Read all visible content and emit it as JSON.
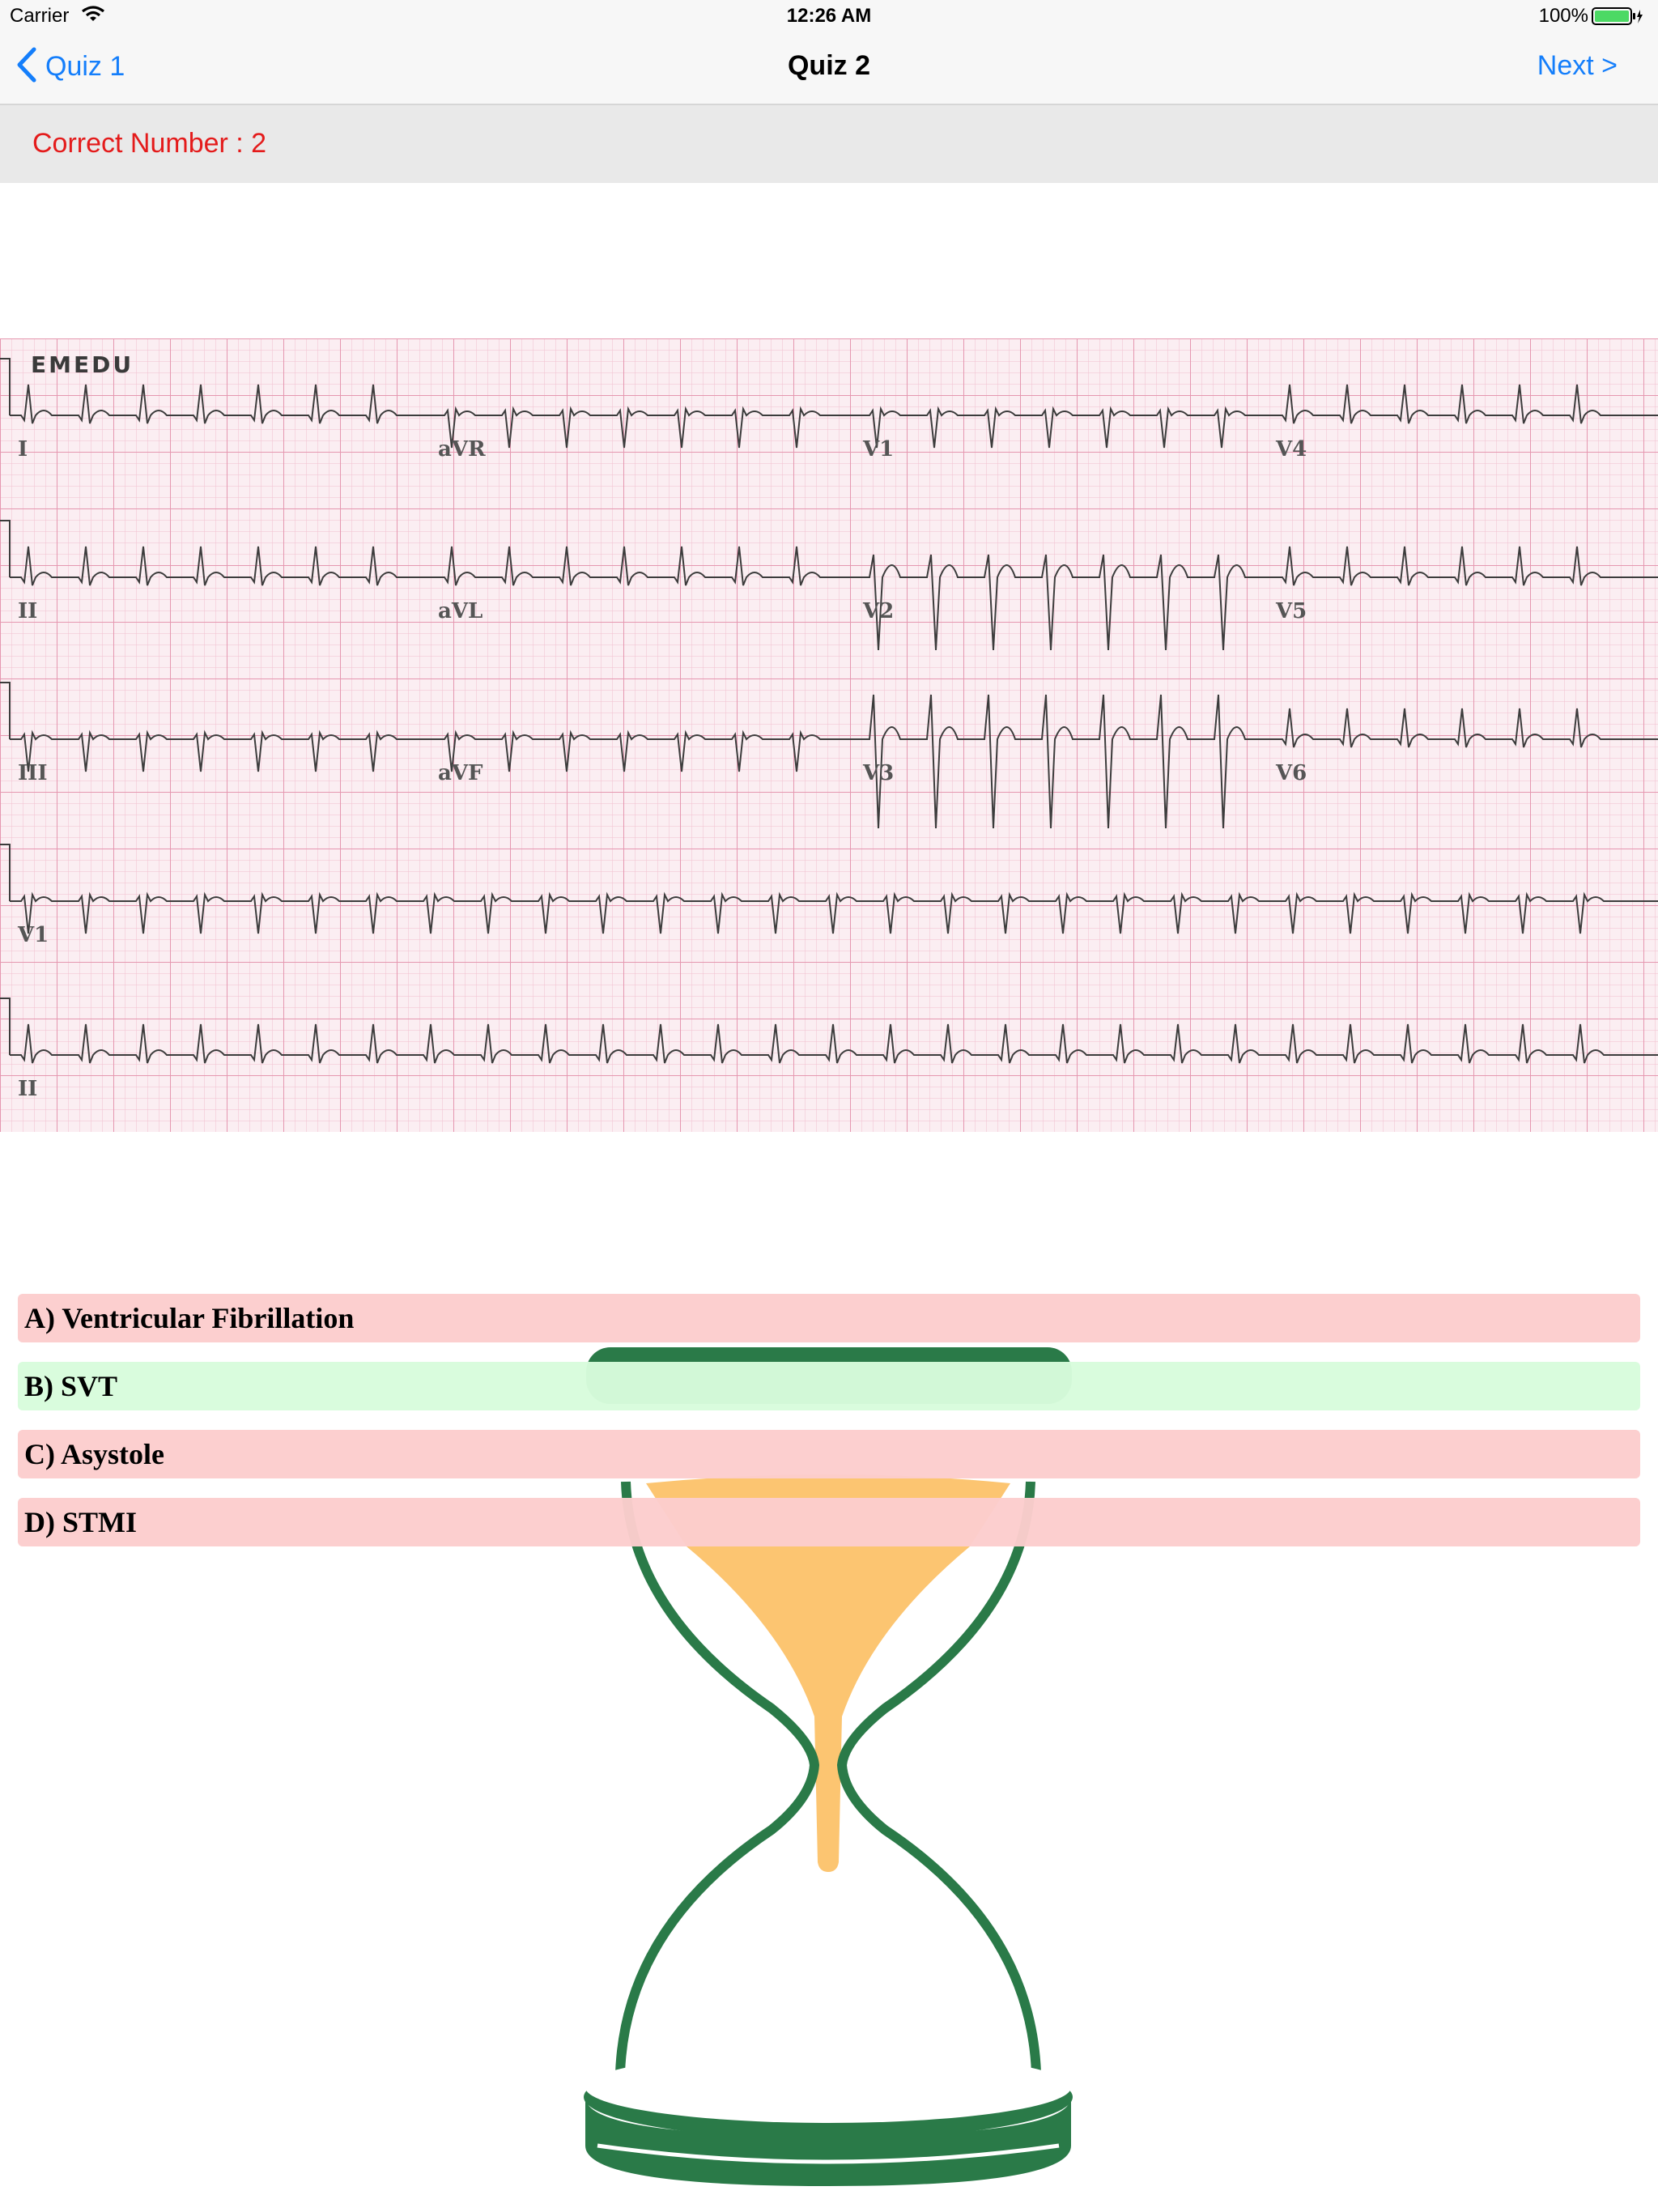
{
  "status_bar": {
    "carrier": "Carrier",
    "time": "12:26 AM",
    "battery": "100%"
  },
  "nav": {
    "back_label": "Quiz 1",
    "title": "Quiz 2",
    "next_label": "Next >"
  },
  "score": {
    "text": "Correct Number : 2"
  },
  "ecg": {
    "brand": "EMEDU",
    "leads": [
      "I",
      "aVR",
      "V1",
      "V4",
      "II",
      "aVL",
      "V2",
      "V5",
      "III",
      "aVF",
      "V3",
      "V6",
      "V1",
      "II"
    ]
  },
  "answers": [
    {
      "text": "A) Ventricular Fibrillation",
      "state": "wrong"
    },
    {
      "text": "B) SVT",
      "state": "correct"
    },
    {
      "text": "C) Asystole",
      "state": "wrong"
    },
    {
      "text": "D) STMI",
      "state": "wrong"
    }
  ],
  "colors": {
    "accent": "#147efb",
    "score_text": "#e41b1b",
    "wrong_bg": "#fccdcd",
    "correct_bg": "#d8fcdc",
    "hourglass_frame": "#2a7a48",
    "hourglass_sand": "#fcc571",
    "ecg_paper": "#fbeef2",
    "ecg_grid": "#eba7bd"
  },
  "icons": {
    "back": "chevron-left-icon",
    "wifi": "wifi-icon",
    "battery": "battery-icon",
    "timer": "hourglass-icon"
  }
}
